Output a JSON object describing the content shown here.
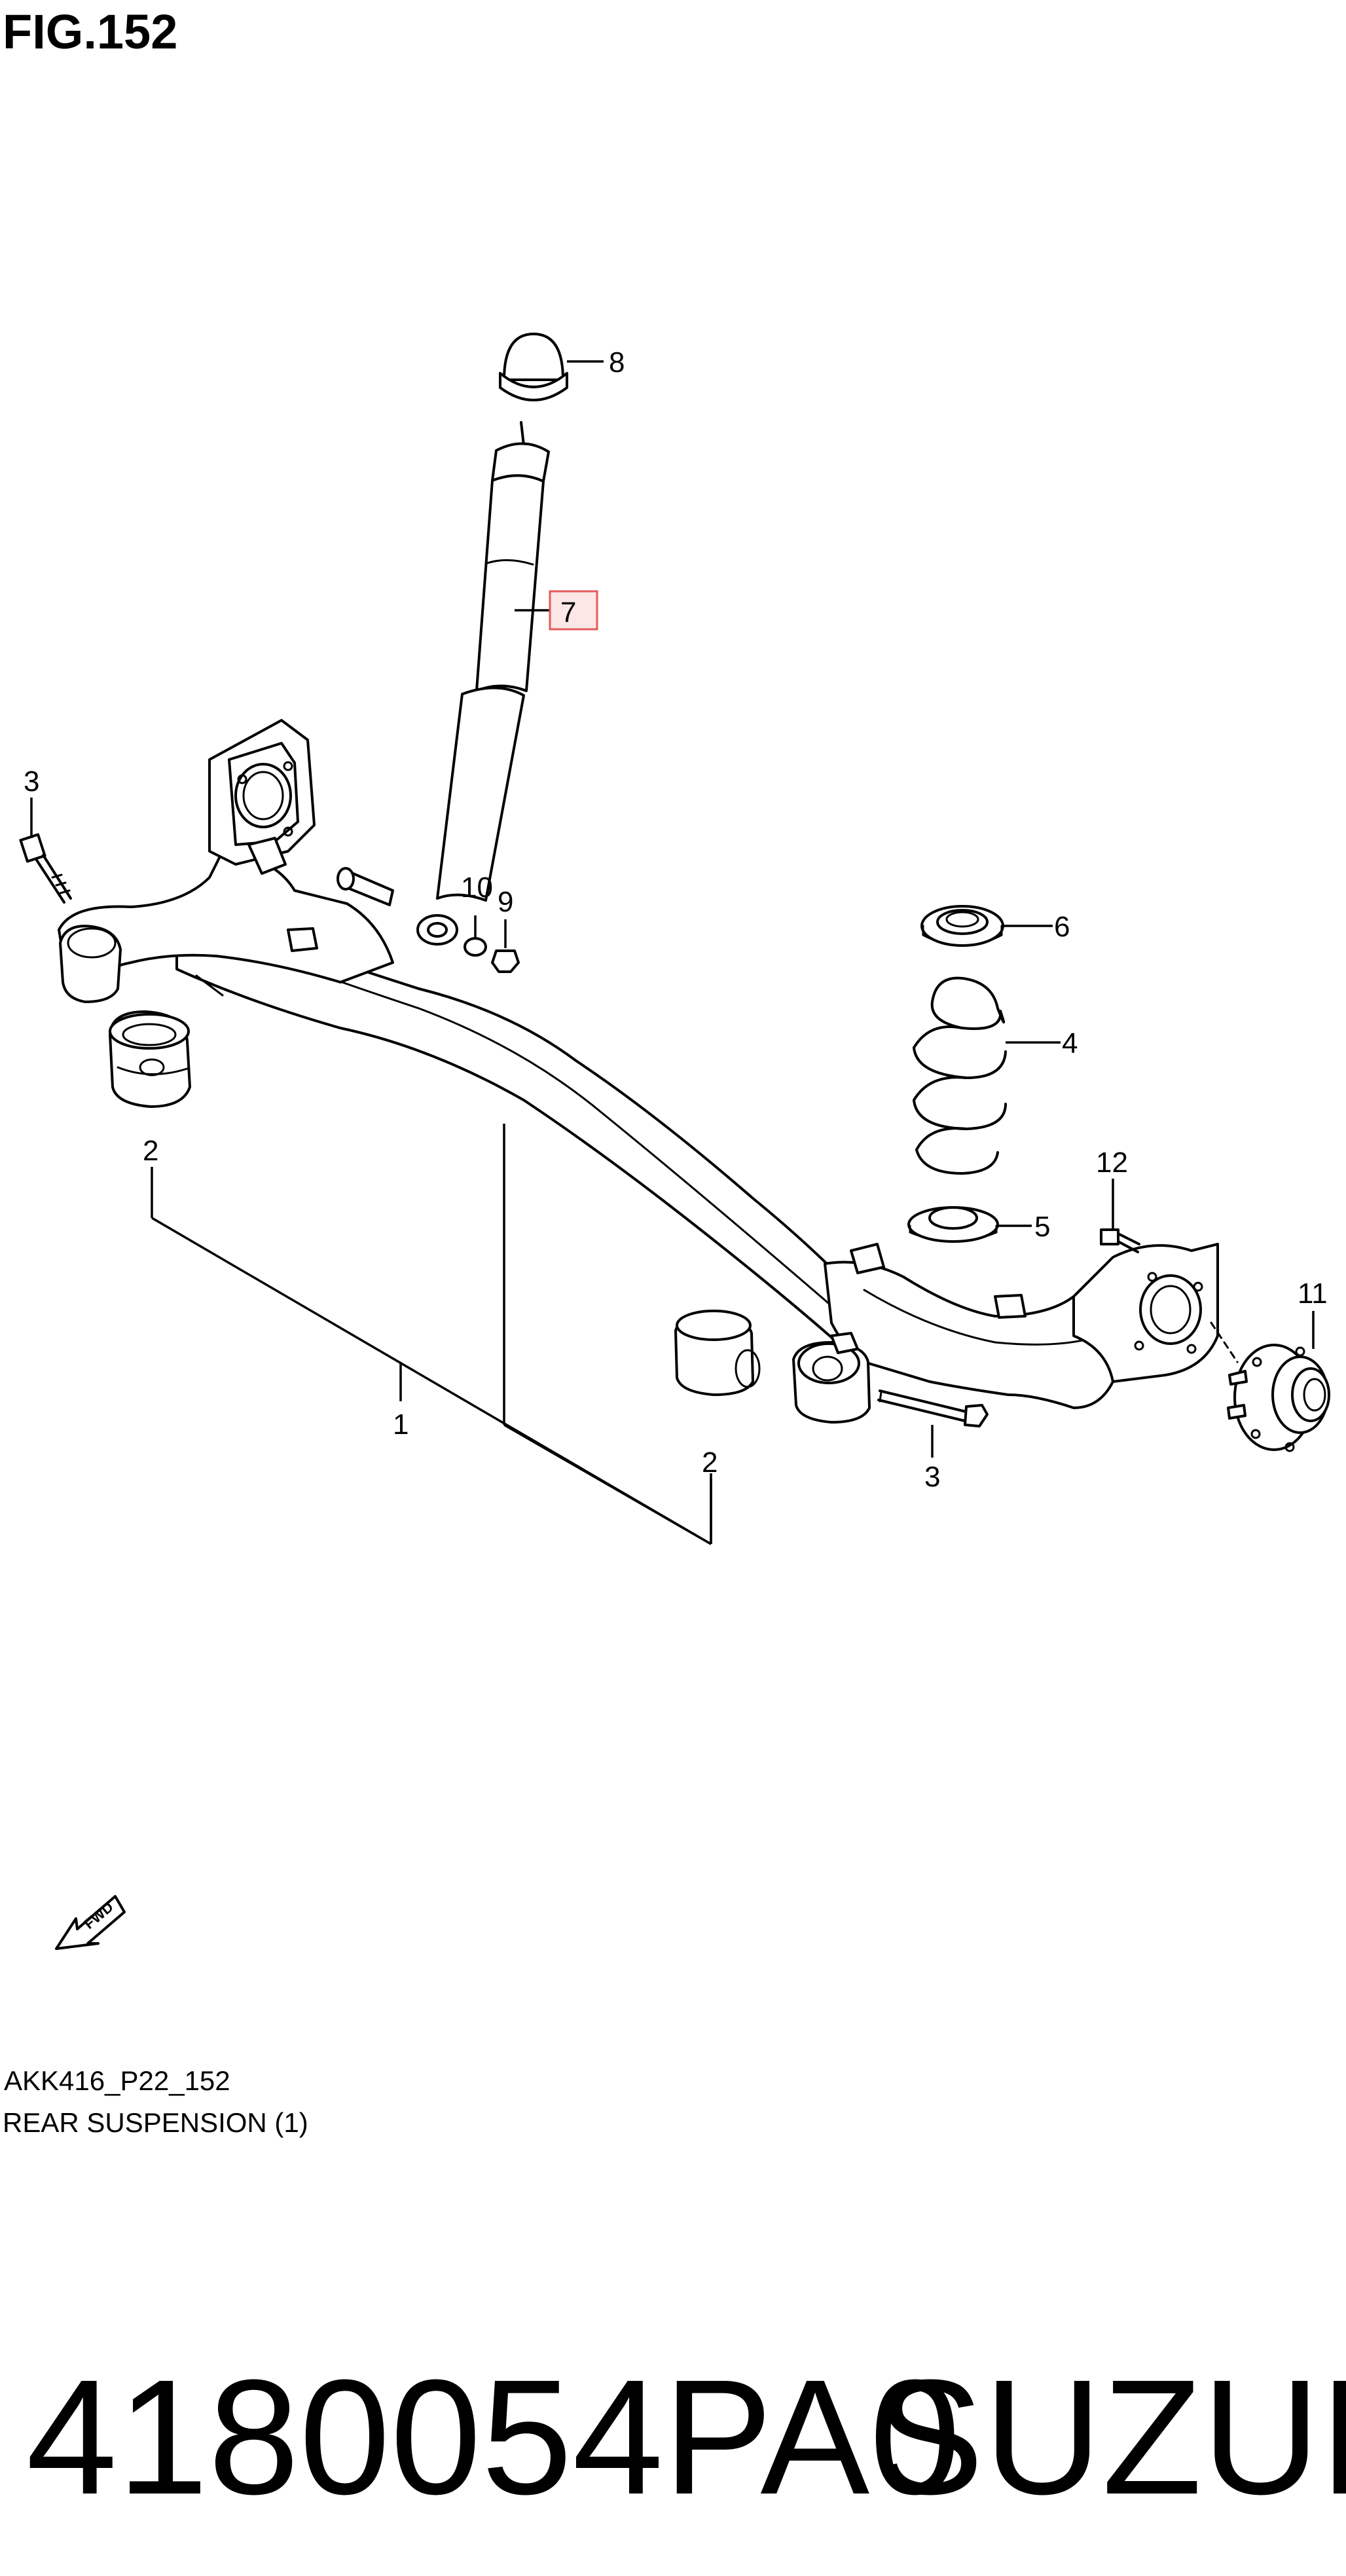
{
  "figure": {
    "title": "FIG.152"
  },
  "callouts": [
    "8",
    "7",
    "3",
    "10",
    "9",
    "6",
    "4",
    "2",
    "1",
    "12",
    "5",
    "11",
    "2",
    "3"
  ],
  "highlighted_callout": "7",
  "fwd_label": "FWD",
  "caption": {
    "code": "AKK416_P22_152",
    "title": "REAR SUSPENSION (1)"
  },
  "part": {
    "number": "4180054PA0",
    "brand": "SUZUKI"
  },
  "colors": {
    "line": "#000000",
    "highlight_fill": "#fde6e6",
    "highlight_border": "#e25a5a",
    "background": "#ffffff"
  }
}
